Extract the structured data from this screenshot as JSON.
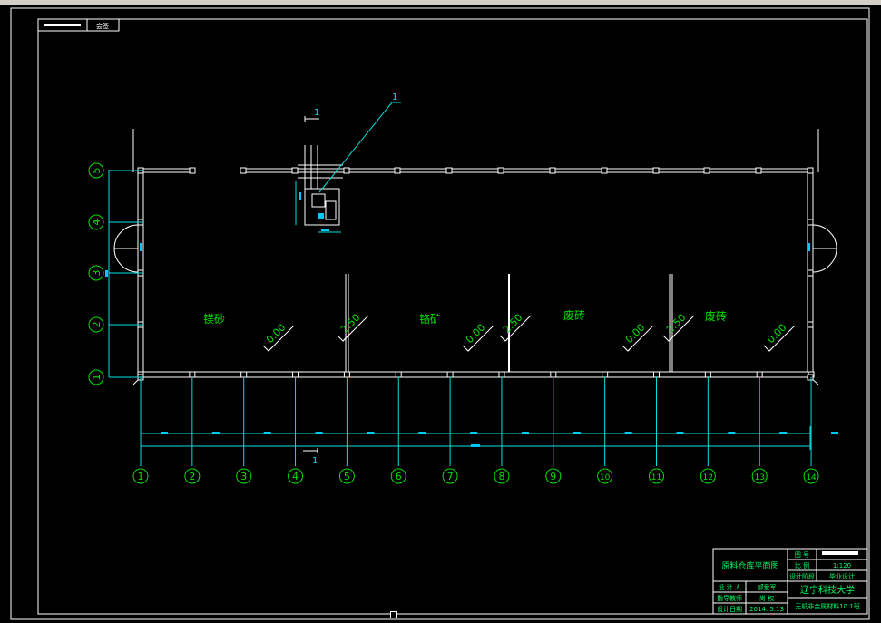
{
  "colors": {
    "background": "#000000",
    "frame": "#ffffff",
    "axis": "#00e000",
    "dimension": "#00e0e0",
    "wall": "#ffffff",
    "accent": "#00c8ff",
    "label": "#00e000",
    "titleblock_text": "#00ff66"
  },
  "corner_tag": {
    "label": "会签"
  },
  "section_mark": {
    "label": "1"
  },
  "leader_label": "1",
  "bottom_dim_label": "1",
  "column_axes": [
    "1",
    "2",
    "3",
    "4",
    "5",
    "6",
    "7",
    "8",
    "9",
    "10",
    "11",
    "12",
    "13",
    "14"
  ],
  "row_axes": [
    "1",
    "2",
    "3",
    "4",
    "5"
  ],
  "zones": [
    {
      "name": "镁砂",
      "level_a": "0.00",
      "level_b": "2.50"
    },
    {
      "name": "铬矿",
      "level_a": "0.00",
      "level_b": "2.50"
    },
    {
      "name": "废砖",
      "level_a": "0.00",
      "level_b": "2.50"
    },
    {
      "name": "废砖",
      "level_a": "0.00"
    }
  ],
  "title_block": {
    "drawing_title": "原料仓库平面图",
    "rows": [
      {
        "label": "图 号",
        "value": ""
      },
      {
        "label": "比 例",
        "value": "1:120"
      },
      {
        "label": "设计阶段",
        "value": "毕业设计"
      }
    ],
    "school": "辽宁科技大学",
    "signatures": [
      {
        "role": "设 计 人",
        "name": "郝爱军"
      },
      {
        "role": "指导教师",
        "name": "尚 权"
      },
      {
        "role": "设计日期",
        "name": "2014. 5.13"
      }
    ],
    "class_info": "无机非金属材料10.1班"
  }
}
